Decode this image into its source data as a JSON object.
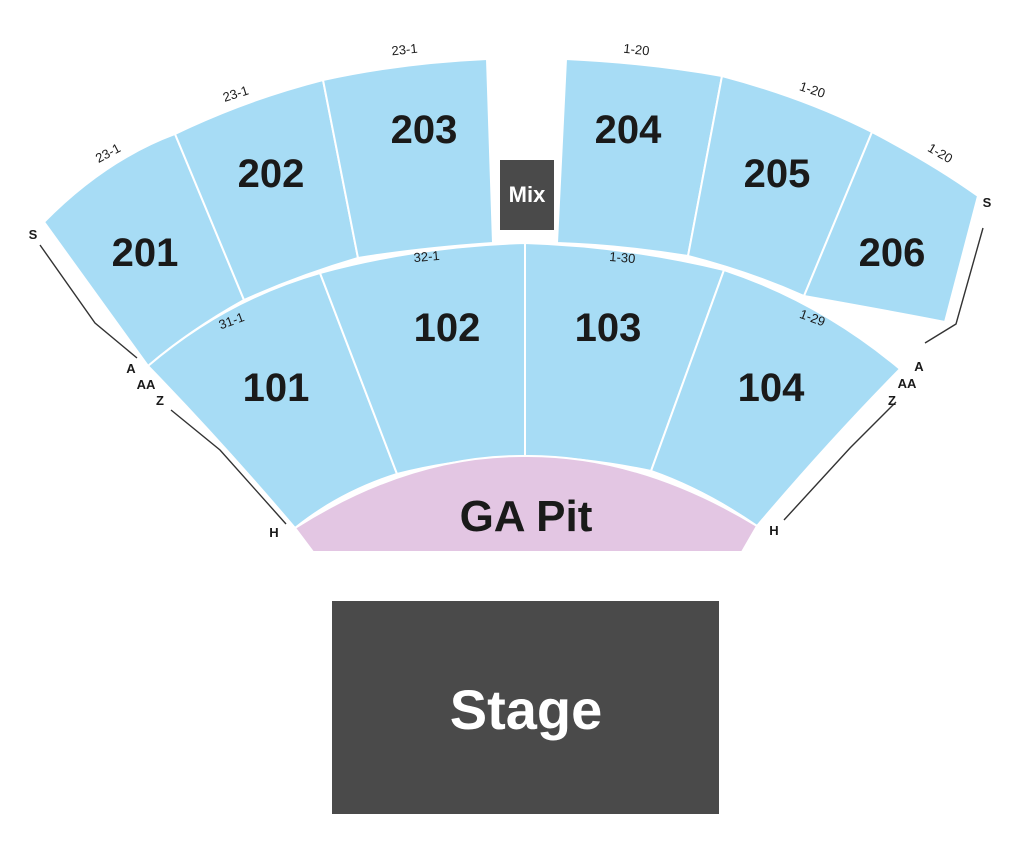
{
  "sections": {
    "s201": "201",
    "s202": "202",
    "s203": "203",
    "s204": "204",
    "s205": "205",
    "s206": "206",
    "s101": "101",
    "s102": "102",
    "s103": "103",
    "s104": "104"
  },
  "pit": "GA Pit",
  "stage": "Stage",
  "mix": "Mix",
  "seat_ranges": {
    "s201": "23-1",
    "s202": "23-1",
    "s203": "23-1",
    "s204": "1-20",
    "s205": "1-20",
    "s206": "1-20",
    "s101": "31-1",
    "s102": "32-1",
    "s103": "1-30",
    "s104": "1-29"
  },
  "row_labels": {
    "left_s": "S",
    "left_a": "A",
    "left_aa": "AA",
    "left_z": "Z",
    "left_h": "H",
    "right_s": "S",
    "right_a": "A",
    "right_aa": "AA",
    "right_z": "Z",
    "right_h": "H"
  },
  "colors": {
    "section": "#a7dcf5",
    "pit": "#e3c6e3",
    "stage": "#4a4a4a"
  }
}
